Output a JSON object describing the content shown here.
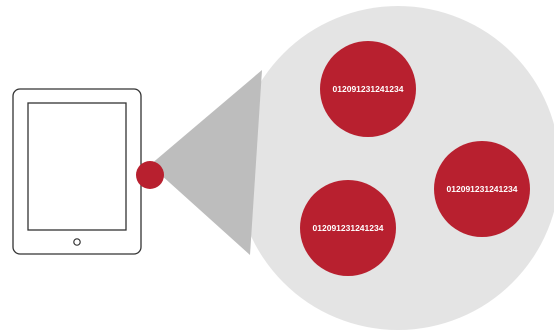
{
  "colors": {
    "background": "#ffffff",
    "big_circle": "#e4e4e4",
    "beam": "#bdbdbd",
    "red": "#b8202f",
    "device_outline": "#333333",
    "label_text": "#ffffff"
  },
  "icons": {
    "tablet": "tablet-icon",
    "home_button": "home-button-icon"
  },
  "bubbles": [
    {
      "label": "012091231241234"
    },
    {
      "label": "012091231241234"
    },
    {
      "label": "012091231241234"
    }
  ]
}
